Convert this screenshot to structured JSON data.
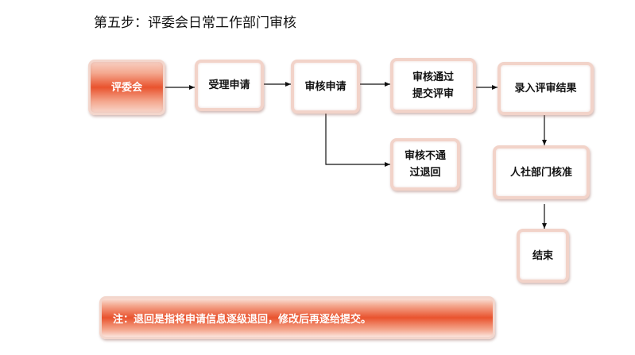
{
  "title": "第五步：评委会日常工作部门审核",
  "nodes": {
    "committee": "评委会",
    "accept": "受理申请",
    "review": "审核申请",
    "pass": "审核通过\n提交评审",
    "fail": "审核不通\n过退回",
    "record": "录入评审结果",
    "approve": "人社部门核准",
    "end": "结束"
  },
  "note": "注：退回是指将申请信息逐级退回，修改后再逐给提交。",
  "colors": {
    "accent_red": "#e9532e",
    "node_border": "#f2d3c9",
    "arrow": "#111111"
  }
}
